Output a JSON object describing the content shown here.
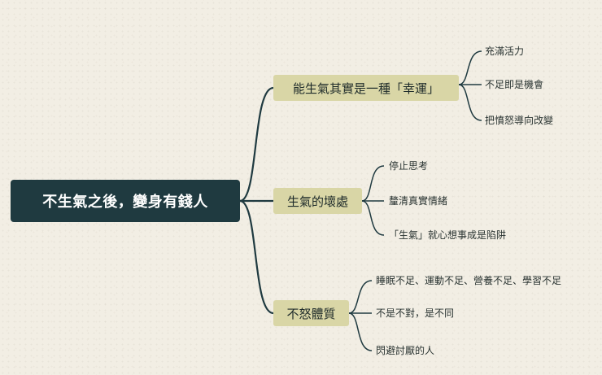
{
  "root": {
    "label": "不生氣之後，變身有錢人"
  },
  "branches": [
    {
      "label": "能生氣其實是一種「幸運」",
      "children": [
        "充滿活力",
        "不足即是機會",
        "把憤怒導向改變"
      ]
    },
    {
      "label": "生氣的壞處",
      "children": [
        "停止思考",
        "釐清真實情緒",
        "「生氣」就心想事成是陷阱"
      ]
    },
    {
      "label": "不怒體質",
      "children": [
        "睡眠不足、運動不足、營養不足、學習不足",
        "不是不對，是不同",
        "閃避討厭的人"
      ]
    }
  ],
  "colors": {
    "root_bg": "#1f3a40",
    "branch_bg": "#d9d6a6",
    "line": "#1f3a40",
    "background": "#f2eee4"
  }
}
